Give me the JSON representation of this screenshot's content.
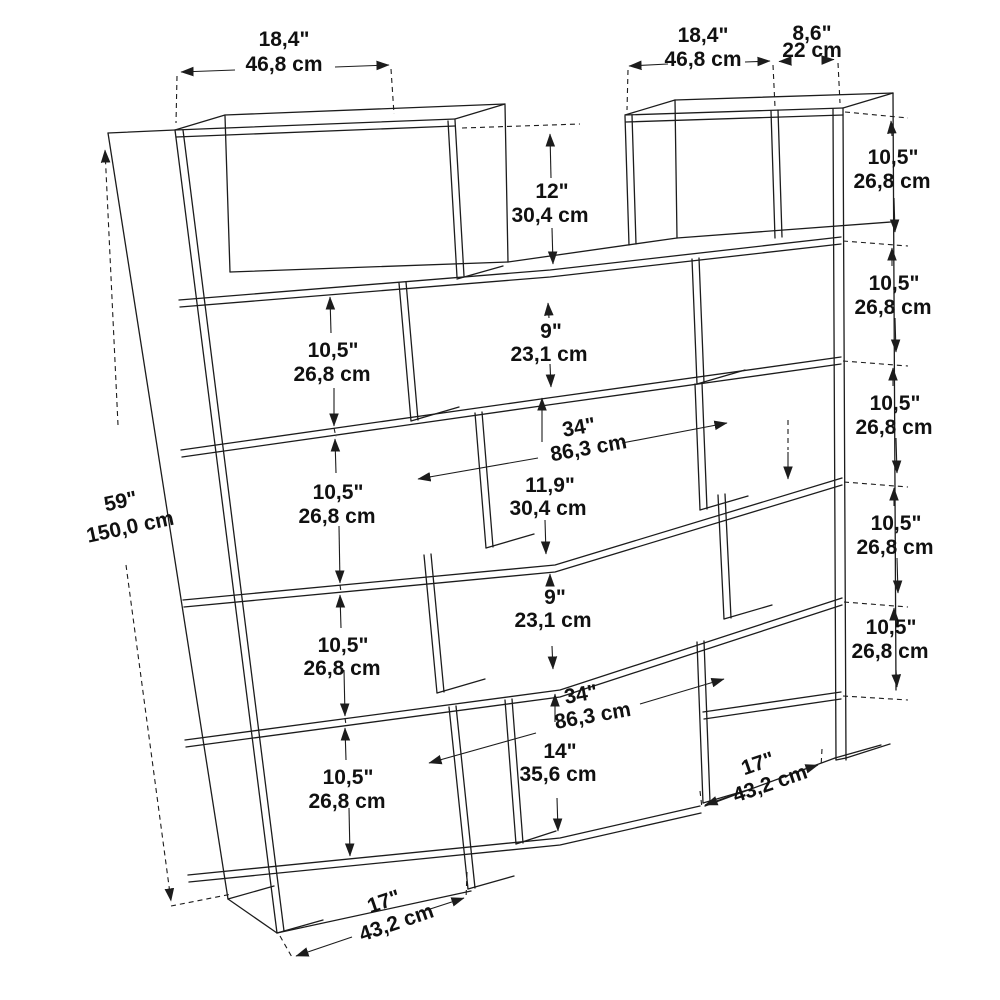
{
  "figure": {
    "kind": "furniture-dimension-diagram",
    "object": "staggered bookshelf line drawing"
  },
  "colors": {
    "background": "#ffffff",
    "line": "#1c1c1c",
    "text": "#111111"
  },
  "dims": [
    {
      "id": "top-left-width",
      "in": "18,4\"",
      "cm": "46,8 cm"
    },
    {
      "id": "top-right-width",
      "in": "18,4\"",
      "cm": "46,8 cm"
    },
    {
      "id": "top-right-column-width",
      "in": "8,6\"",
      "cm": "22 cm"
    },
    {
      "id": "total-height",
      "in": "59\"",
      "cm": "150,0 cm"
    },
    {
      "id": "middle-top-height",
      "in": "12\"",
      "cm": "30,4 cm"
    },
    {
      "id": "upper-middle-shelf-height",
      "in": "9\"",
      "cm": "23,1 cm"
    },
    {
      "id": "upper-middle-width",
      "in": "34\"",
      "cm": "86,3 cm"
    },
    {
      "id": "middle-shelf-height",
      "in": "11,9\"",
      "cm": "30,4 cm"
    },
    {
      "id": "lower-middle-shelf-height",
      "in": "9\"",
      "cm": "23,1 cm"
    },
    {
      "id": "lower-middle-width",
      "in": "34\"",
      "cm": "86,3 cm"
    },
    {
      "id": "bottom-middle-height",
      "in": "14\"",
      "cm": "35,6 cm"
    },
    {
      "id": "bottom-left-width",
      "in": "17\"",
      "cm": "43,2 cm"
    },
    {
      "id": "bottom-right-width",
      "in": "17\"",
      "cm": "43,2 cm"
    },
    {
      "id": "left-column-shelf-1",
      "in": "10,5\"",
      "cm": "26,8 cm"
    },
    {
      "id": "left-column-shelf-2",
      "in": "10,5\"",
      "cm": "26,8 cm"
    },
    {
      "id": "left-column-shelf-3",
      "in": "10,5\"",
      "cm": "26,8 cm"
    },
    {
      "id": "left-column-shelf-4",
      "in": "10,5\"",
      "cm": "26,8 cm"
    },
    {
      "id": "right-column-shelf-1",
      "in": "10,5\"",
      "cm": "26,8 cm"
    },
    {
      "id": "right-column-shelf-2",
      "in": "10,5\"",
      "cm": "26,8 cm"
    },
    {
      "id": "right-column-shelf-3",
      "in": "10,5\"",
      "cm": "26,8 cm"
    },
    {
      "id": "right-column-shelf-4",
      "in": "10,5\"",
      "cm": "26,8 cm"
    },
    {
      "id": "right-column-shelf-5",
      "in": "10,5\"",
      "cm": "26,8 cm"
    }
  ]
}
